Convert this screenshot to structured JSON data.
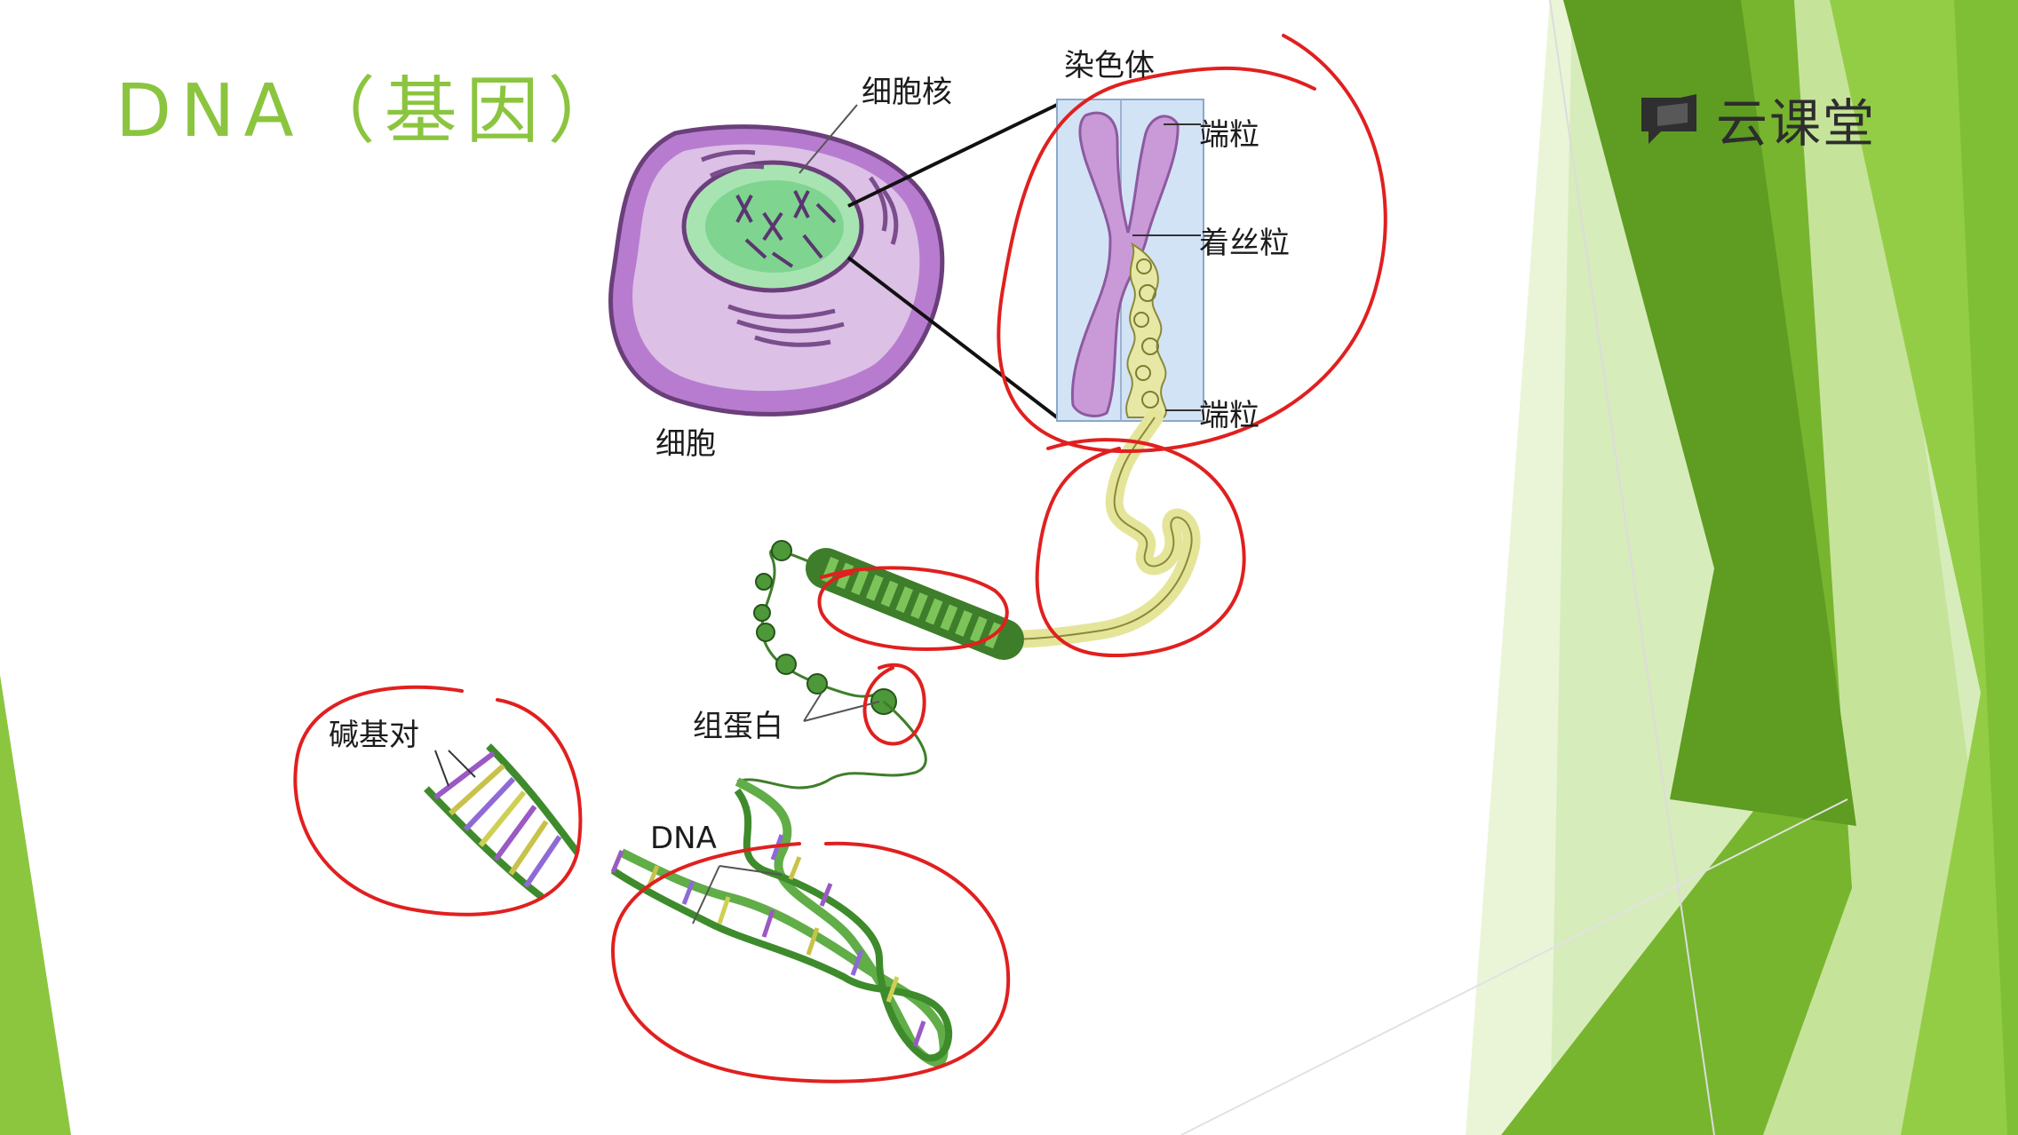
{
  "slide": {
    "title": "DNA（基因）",
    "brand": {
      "icon": "chat-book-icon",
      "text": "云课堂"
    }
  },
  "diagram": {
    "labels": {
      "nucleus": "细胞核",
      "chromosome": "染色体",
      "telomere_top": "端粒",
      "centromere": "着丝粒",
      "telomere_bottom": "端粒",
      "cell": "细胞",
      "histone": "组蛋白",
      "base_pairs": "碱基对",
      "dna": "DNA"
    }
  },
  "colors": {
    "title_green": "#8bc53f",
    "cell_purple": "#b77ccf",
    "nucleus_green": "#9fe0a9",
    "chromosome_pink": "#c89ad6",
    "chromatin_yellow": "#e6e6a0",
    "dna_green": "#5fae4a",
    "annotation_red": "#e0201f",
    "band_green_dark": "#6fad2a",
    "band_green_light": "#c6e39a"
  }
}
